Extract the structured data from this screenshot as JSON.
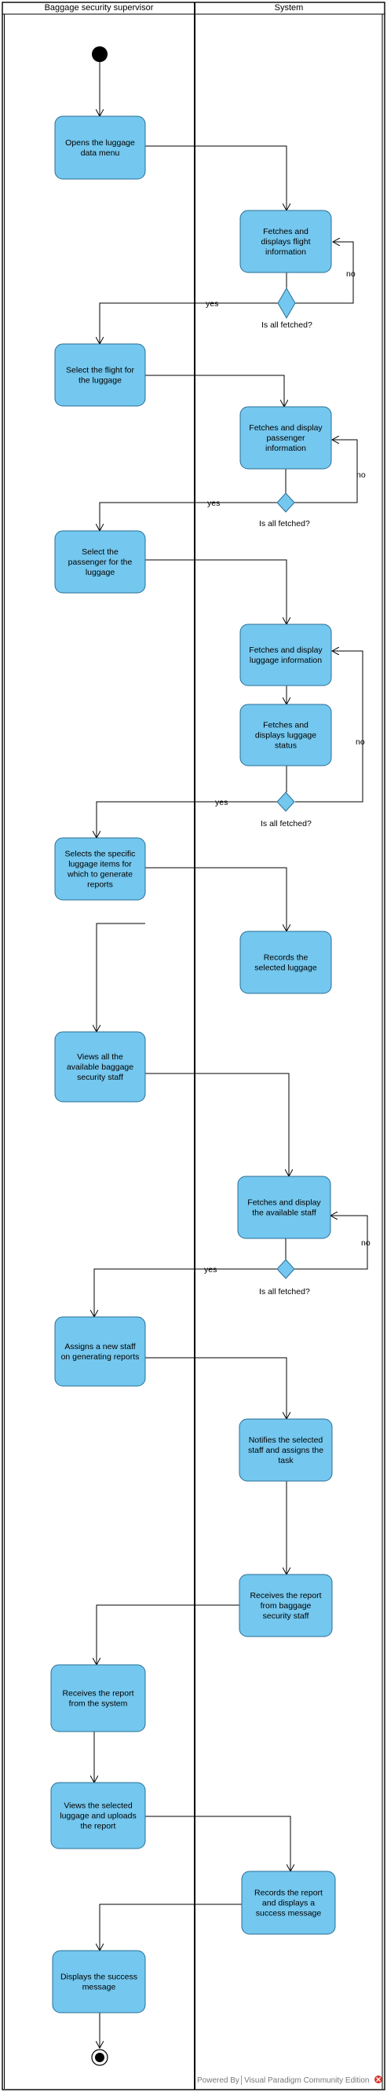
{
  "lanes": {
    "left": "Baggage security supervisor",
    "right": "System"
  },
  "activities": {
    "a1": [
      "Opens the luggage",
      "data menu"
    ],
    "s1": [
      "Fetches and",
      "displays flight",
      "information"
    ],
    "a2": [
      "Select the flight for",
      "the luggage"
    ],
    "s2": [
      "Fetches and display",
      "passenger",
      "information"
    ],
    "a3": [
      "Select the",
      "passenger for the",
      "luggage"
    ],
    "s3": [
      "Fetches and display",
      "luggage information"
    ],
    "s4": [
      "Fetches and",
      "displays luggage",
      "status"
    ],
    "a4": [
      "Selects the specific",
      "luggage items for",
      "which to generate",
      "reports"
    ],
    "s5": [
      "Records the",
      "selected luggage"
    ],
    "a5": [
      "Views all the",
      "available baggage",
      "security staff"
    ],
    "s6": [
      "Fetches and display",
      "the available staff"
    ],
    "a6": [
      "Assigns a new staff",
      "on generating reports"
    ],
    "s7": [
      "Notifies the selected",
      "staff and assigns the",
      "task"
    ],
    "s8": [
      "Receives the report",
      "from baggage",
      "security staff"
    ],
    "a7": [
      "Receives the report",
      "from the system"
    ],
    "a8": [
      "Views the selected",
      "luggage and uploads",
      "the report"
    ],
    "s9": [
      "Records the report",
      "and displays a",
      "success message"
    ],
    "a9": [
      "Displays the success",
      "message"
    ]
  },
  "decisions": {
    "label": "Is all fetched?",
    "yes": "yes",
    "no": "no"
  },
  "footer": "Powered By│Visual Paradigm Community Edition"
}
